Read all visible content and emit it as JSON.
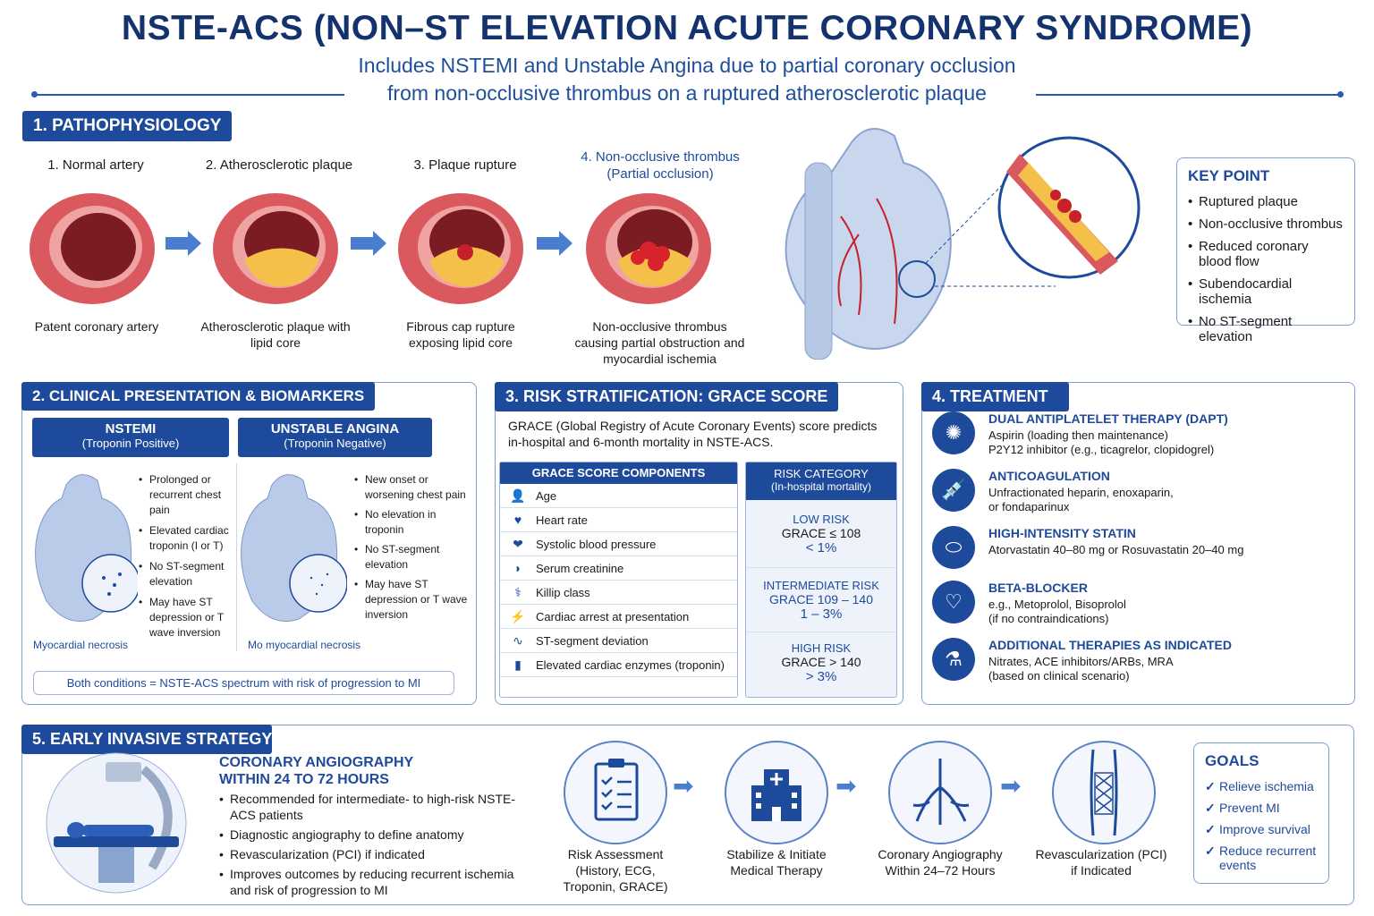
{
  "header": {
    "title": "NSTE-ACS (NON–ST ELEVATION ACUTE CORONARY SYNDROME)",
    "subtitle_line1": "Includes NSTEMI and Unstable Angina due to partial coronary occlusion",
    "subtitle_line2": "from non-occlusive thrombus on a ruptured atherosclerotic plaque"
  },
  "patho": {
    "heading": "1. PATHOPHYSIOLOGY",
    "steps": [
      {
        "label": "1. Normal artery",
        "caption": "Patent coronary artery"
      },
      {
        "label": "2. Atherosclerotic plaque",
        "caption": "Atherosclerotic plaque with lipid core"
      },
      {
        "label": "3. Plaque rupture",
        "caption": "Fibrous cap rupture exposing lipid core"
      },
      {
        "label": "4. Non-occlusive thrombus (Partial occlusion)",
        "caption": "Non-occlusive thrombus causing partial obstruction and myocardial ischemia"
      }
    ],
    "key_point": {
      "title": "KEY POINT",
      "items": [
        "Ruptured plaque",
        "Non-occlusive thrombus",
        "Reduced coronary blood flow",
        "Subendocardial ischemia",
        "No ST-segment elevation"
      ]
    }
  },
  "clinical": {
    "heading": "2. CLINICAL PRESENTATION & BIOMARKERS",
    "nstemi": {
      "title": "NSTEMI",
      "sub": "(Troponin Positive)",
      "bullets": [
        "Prolonged or recurrent chest pain",
        "Elevated cardiac troponin (I or T)",
        "No ST-segment elevation",
        "May have ST depression or T wave inversion"
      ],
      "caption": "Myocardial necrosis"
    },
    "ua": {
      "title": "UNSTABLE ANGINA",
      "sub": "(Troponin Negative)",
      "bullets": [
        "New onset or worsening chest pain",
        "No elevation in troponin",
        "No ST-segment elevation",
        "May have ST depression or T wave inversion"
      ],
      "caption": "Mo myocardial necrosis"
    },
    "footer": "Both conditions = NSTE-ACS spectrum with risk of progression to MI"
  },
  "risk": {
    "heading": "3. RISK STRATIFICATION: GRACE SCORE",
    "intro": "GRACE (Global Registry of Acute Coronary Events) score predicts in-hospital and 6-month mortality in NSTE-ACS.",
    "components_title": "GRACE SCORE COMPONENTS",
    "components": [
      {
        "icon": "person-icon",
        "glyph": "👤",
        "label": "Age"
      },
      {
        "icon": "heart-rate-icon",
        "glyph": "♥",
        "label": "Heart rate"
      },
      {
        "icon": "blood-pressure-icon",
        "glyph": "❤",
        "label": "Systolic blood pressure"
      },
      {
        "icon": "kidney-icon",
        "glyph": "◗",
        "label": "Serum creatinine"
      },
      {
        "icon": "lungs-icon",
        "glyph": "⚕",
        "label": "Killip class"
      },
      {
        "icon": "lightning-icon",
        "glyph": "⚡",
        "label": "Cardiac arrest at presentation"
      },
      {
        "icon": "ecg-icon",
        "glyph": "∿",
        "label": "ST-segment deviation"
      },
      {
        "icon": "test-tube-icon",
        "glyph": "▮",
        "label": "Elevated cardiac enzymes (troponin)"
      }
    ],
    "category_title": "RISK CATEGORY",
    "category_sub": "(In-hospital mortality)",
    "categories": [
      {
        "name": "LOW RISK",
        "grace": "GRACE ≤ 108",
        "pct": "< 1%"
      },
      {
        "name": "INTERMEDIATE RISK",
        "grace": "GRACE 109 – 140",
        "pct": "1 – 3%"
      },
      {
        "name": "HIGH RISK",
        "grace": "GRACE > 140",
        "pct": "> 3%"
      }
    ]
  },
  "treatment": {
    "heading": "4. TREATMENT",
    "items": [
      {
        "icon": "platelet-icon",
        "glyph": "✺",
        "title": "DUAL ANTIPLATELET THERAPY (DAPT)",
        "line1": "Aspirin (loading then maintenance)",
        "line2": "P2Y12 inhibitor (e.g., ticagrelor, clopidogrel)"
      },
      {
        "icon": "syringe-icon",
        "glyph": "💉",
        "title": "ANTICOAGULATION",
        "line1": "Unfractionated heparin, enoxaparin,",
        "line2": "or fondaparinux"
      },
      {
        "icon": "pill-icon",
        "glyph": "⬭",
        "title": "HIGH-INTENSITY STATIN",
        "line1": "Atorvastatin 40–80 mg or Rosuvastatin 20–40 mg",
        "line2": ""
      },
      {
        "icon": "heart-ecg-icon",
        "glyph": "♡",
        "title": "BETA-BLOCKER",
        "line1": "e.g., Metoprolol, Bisoprolol",
        "line2": "(if no contraindications)"
      },
      {
        "icon": "additional-therapy-icon",
        "glyph": "⚗",
        "title": "ADDITIONAL THERAPIES AS INDICATED",
        "line1": "Nitrates, ACE inhibitors/ARBs, MRA",
        "line2": "(based on clinical scenario)"
      }
    ]
  },
  "invasive": {
    "heading": "5. EARLY INVASIVE STRATEGY",
    "title_line1": "CORONARY ANGIOGRAPHY",
    "title_line2": "WITHIN 24 TO 72 HOURS",
    "bullets": [
      "Recommended for intermediate- to high-risk NSTE-ACS patients",
      "Diagnostic angiography to define anatomy",
      "Revascularization (PCI) if indicated",
      "Improves outcomes by reducing recurrent ischemia and risk of progression to MI"
    ],
    "flow": [
      {
        "icon": "clipboard-icon",
        "label": "Risk Assessment (History, ECG, Troponin, GRACE)"
      },
      {
        "icon": "hospital-icon",
        "label": "Stabilize & Initiate Medical Therapy"
      },
      {
        "icon": "coronary-tree-icon",
        "label": "Coronary Angiography Within 24–72 Hours"
      },
      {
        "icon": "stent-icon",
        "label": "Revascularization (PCI) if Indicated"
      }
    ],
    "goals": {
      "title": "GOALS",
      "items": [
        "Relieve ischemia",
        "Prevent MI",
        "Improve survival",
        "Reduce recurrent events"
      ]
    }
  }
}
